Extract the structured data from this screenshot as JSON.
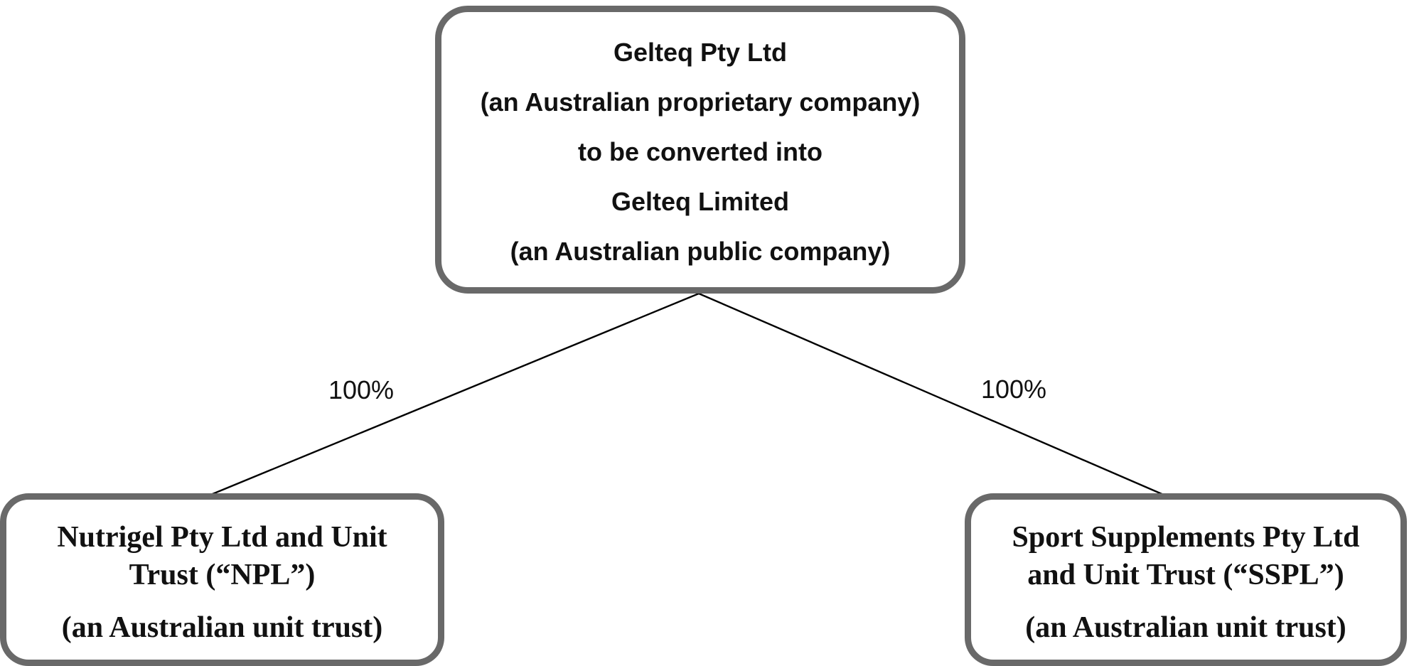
{
  "diagram": {
    "parent_box": {
      "lines": [
        "Gelteq Pty Ltd",
        "(an Australian proprietary company)",
        "to be converted into",
        "Gelteq Limited",
        "(an Australian public company)"
      ]
    },
    "edges": {
      "left_label": "100%",
      "right_label": "100%"
    },
    "child_boxes": [
      {
        "name_line1": "Nutrigel Pty Ltd and Unit",
        "name_line2": "Trust (“NPL”)",
        "subtitle": "(an Australian unit trust)"
      },
      {
        "name_line1": "Sport Supplements Pty Ltd",
        "name_line2": "and Unit Trust (“SSPL”)",
        "subtitle": "(an Australian unit trust)"
      }
    ],
    "colors": {
      "box_border": "#696969",
      "connector": "#000000",
      "text": "#111111",
      "background": "#ffffff"
    }
  }
}
